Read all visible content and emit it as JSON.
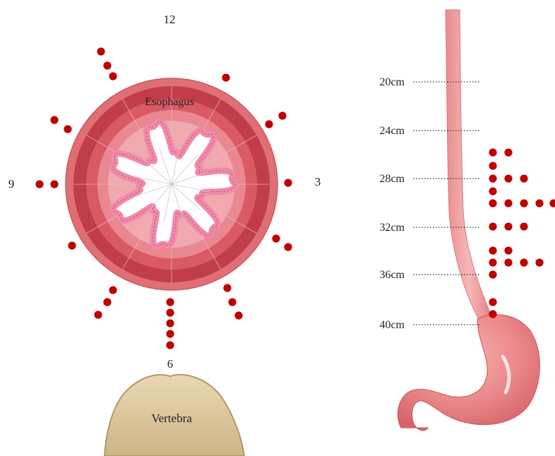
{
  "clock_labels": {
    "twelve": "12",
    "three": "3",
    "six": "6",
    "nine": "9"
  },
  "esophagus_label": "Esophagus",
  "vertebra_label": "Vertebra",
  "depth_markers": [
    "20cm",
    "24cm",
    "28cm",
    "32cm",
    "36cm",
    "40cm"
  ],
  "colors": {
    "dot": "#c00000",
    "outer_wall": "#df6f74",
    "muscle_dark": "#c23d4b",
    "muscle_mid": "#d95a65",
    "submucosa": "#e98890",
    "mucosa": "#f0a9ae",
    "fold": "#f08aa8",
    "fold_edge": "#c2456e",
    "vertebra": "#d9c49b",
    "vertebra_edge": "#b39a6a",
    "stomach": "#ea7f82"
  }
}
